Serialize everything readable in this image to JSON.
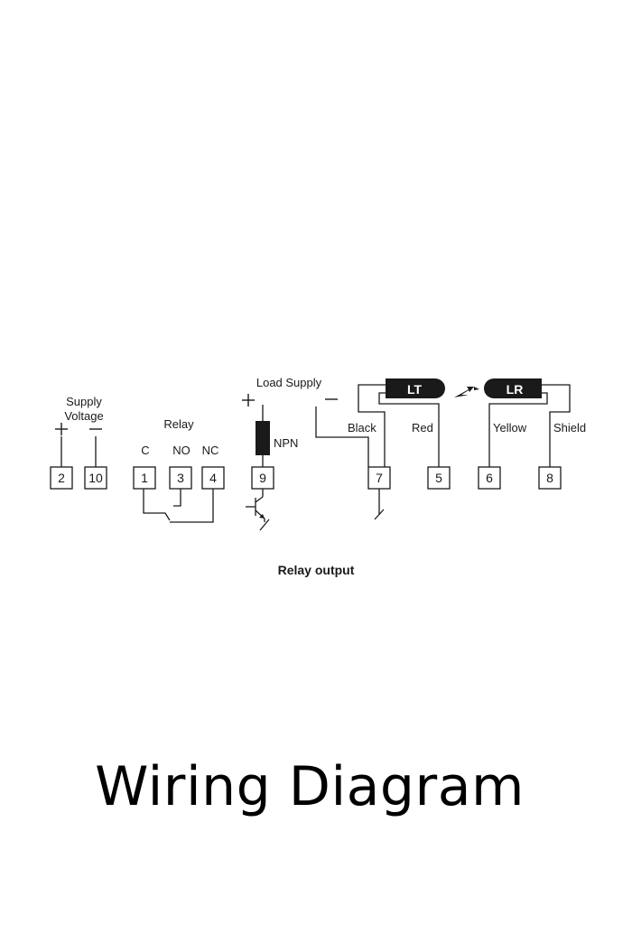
{
  "supply": {
    "label_line1": "Supply",
    "label_line2": "Voltage",
    "plus": "+",
    "minus": "−"
  },
  "relay": {
    "label": "Relay",
    "c": "C",
    "no": "NO",
    "nc": "NC"
  },
  "load_supply": {
    "label": "Load Supply",
    "plus": "+",
    "minus": "−"
  },
  "npn_label": "NPN",
  "terminals": {
    "t2": "2",
    "t10": "10",
    "t1": "1",
    "t3": "3",
    "t4": "4",
    "t9": "9",
    "t7": "7",
    "t5": "5",
    "t6": "6",
    "t8": "8"
  },
  "transmitter": {
    "label": "LT"
  },
  "receiver": {
    "label": "LR"
  },
  "wires": {
    "black": "Black",
    "red": "Red",
    "yellow": "Yellow",
    "shield": "Shield"
  },
  "caption": "Relay output",
  "title": "Wiring Diagram"
}
